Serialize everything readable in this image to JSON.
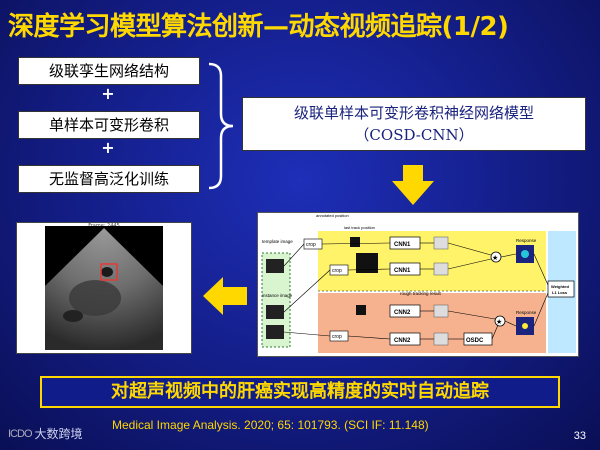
{
  "slide": {
    "title": "深度学习模型算法创新—动态视频追踪(1/2)",
    "components": [
      "级联孪生网络结构",
      "单样本可变形卷积",
      "无监督高泛化训练"
    ],
    "plus": "+",
    "model_line1": "级联单样本可变形卷积神经网络模型",
    "model_line2": "（COSD-CNN）",
    "conclusion": "对超声视频中的肝癌实现高精度的实时自动追踪",
    "citation": "Medical Image Analysis. 2020; 65: 101793. (SCI IF: 11.148)",
    "logo_text": "大数跨境",
    "logo_mark": "ICDO",
    "page_number": "33"
  },
  "ultrasound": {
    "frame_label": "Frame: 2445"
  },
  "diagram": {
    "template_image": "template image",
    "instance_image": "instance image",
    "annotated_position": "annotated position",
    "last_track_position": "last track position",
    "crop": "crop",
    "cnn1": "CNN1",
    "cnn2": "CNN2",
    "osdc": "OSDC",
    "rough_tracking": "rough tracking result",
    "response": "Response",
    "weighted_loss_1": "Weighted",
    "weighted_loss_2": "L1 Loss",
    "star": "★"
  },
  "colors": {
    "title": "#ffd800",
    "arrow": "#ffd800",
    "background": "#15208f"
  }
}
